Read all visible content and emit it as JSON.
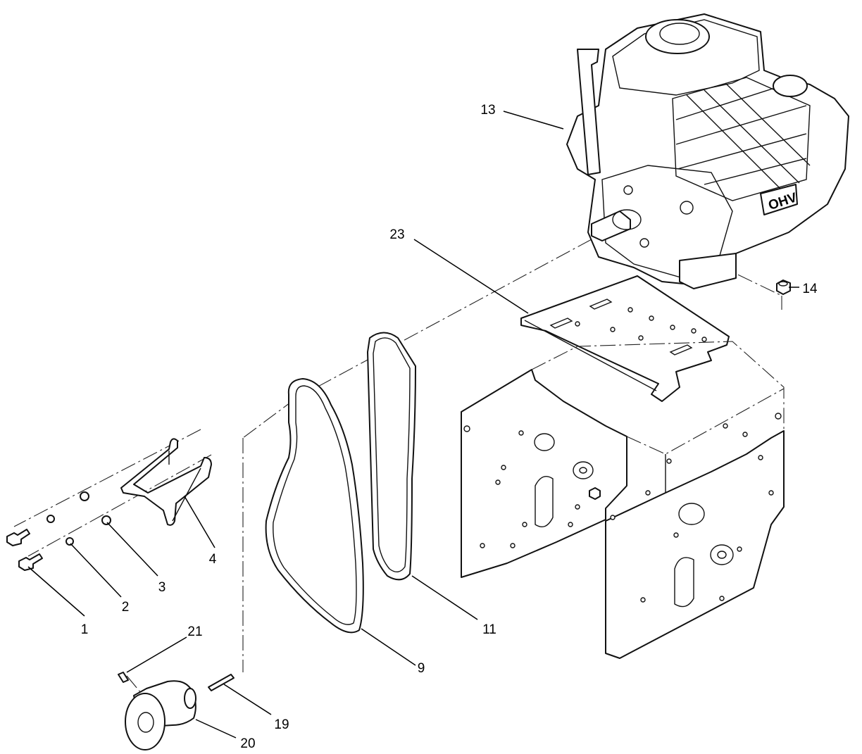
{
  "diagram": {
    "callouts": {
      "c1": "1",
      "c2": "2",
      "c3": "3",
      "c4": "4",
      "c9": "9",
      "c11": "11",
      "c13": "13",
      "c14": "14",
      "c19": "19",
      "c20": "20",
      "c21": "21",
      "c23": "23"
    },
    "engine_badge": "OHV"
  }
}
